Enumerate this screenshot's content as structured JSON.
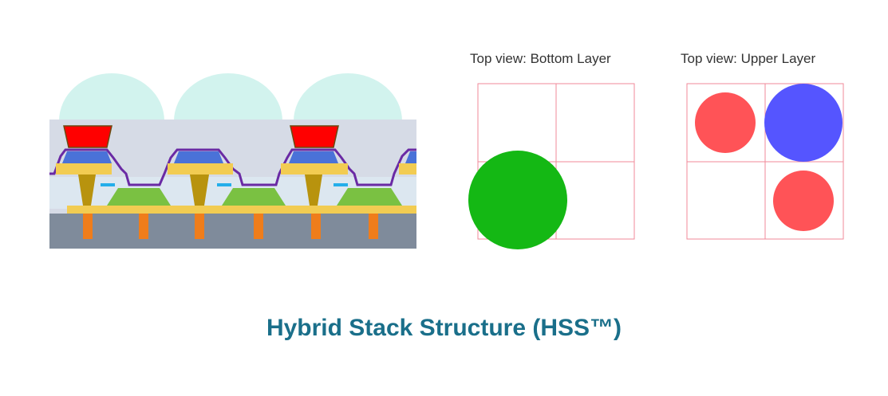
{
  "bottom_layer": {
    "label": "Top view: Bottom Layer"
  },
  "upper_layer": {
    "label": "Top view: Upper Layer"
  },
  "caption": "Hybrid Stack Structure (HSS™)",
  "colors": {
    "lens": "#d2f3ee",
    "body": "#d6dbe6",
    "substrate": "#7f8b9b",
    "red_filter": "#ff0000",
    "blue_filter": "#4a72d8",
    "gold": "#f2cc52",
    "bronze": "#b8930e",
    "green_pixel": "#7ac142",
    "orange_pillar": "#ef7d1b",
    "purple_line": "#6a2aa4",
    "cyan_marker": "#24aeea",
    "grid_line": "#f08a9a",
    "bottom_green": "#14b814",
    "upper_red": "#ff5357",
    "upper_blue": "#5555ff",
    "title_color": "#1a6f8a"
  }
}
